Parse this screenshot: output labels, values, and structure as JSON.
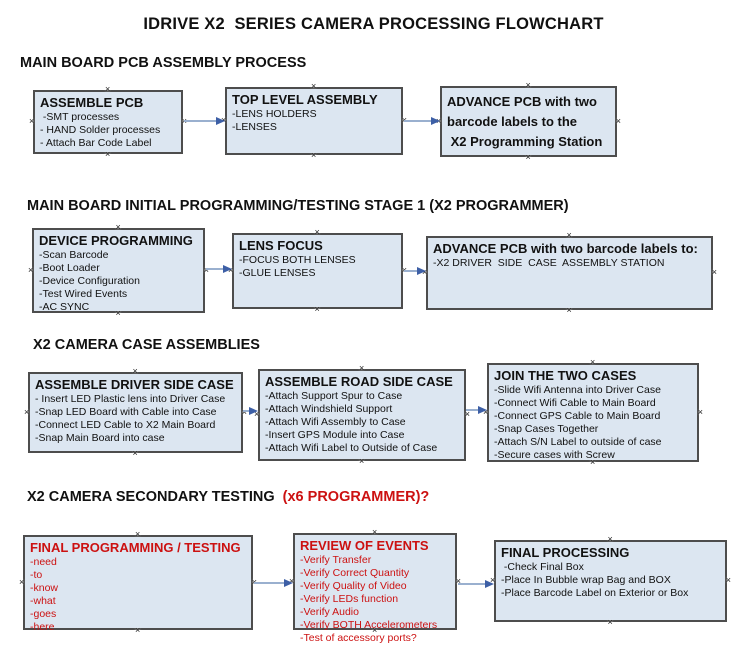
{
  "title": "IDRIVE X2  SERIES CAMERA PROCESSING FLOWCHART",
  "sections": [
    {
      "title": "MAIN BOARD PCB ASSEMBLY PROCESS"
    },
    {
      "title": "MAIN BOARD INITIAL PROGRAMMING/TESTING STAGE 1 (X2 PROGRAMMER)"
    },
    {
      "title": "X2 CAMERA CASE ASSEMBLIES"
    },
    {
      "title_black": "X2 CAMERA SECONDARY TESTING ",
      "title_red": " (x6 PROGRAMMER)?"
    }
  ],
  "boxes": {
    "b1": {
      "title": "ASSEMBLE PCB",
      "items": [
        " -SMT processes",
        "- HAND Solder processes",
        "- Attach Bar Code Label"
      ]
    },
    "b2": {
      "title": "TOP LEVEL ASSEMBLY",
      "items": [
        "-LENS HOLDERS",
        "-LENSES"
      ]
    },
    "b3": {
      "title": "ADVANCE PCB with two barcode labels to the\n X2 Programming Station",
      "items": []
    },
    "b4": {
      "title": "DEVICE PROGRAMMING",
      "items": [
        "-Scan Barcode",
        "-Boot Loader",
        "-Device Configuration",
        "-Test Wired Events",
        "-AC SYNC"
      ]
    },
    "b5": {
      "title": "LENS FOCUS",
      "items": [
        "-FOCUS BOTH LENSES",
        "-GLUE LENSES"
      ]
    },
    "b6": {
      "title": "ADVANCE PCB with two barcode labels to:",
      "items": [
        "-X2 DRIVER  SIDE  CASE  ASSEMBLY STATION"
      ]
    },
    "b7": {
      "title": "ASSEMBLE DRIVER SIDE CASE",
      "items": [
        "- Insert LED Plastic lens into Driver Case",
        "-Snap LED Board with Cable into Case",
        "-Connect LED Cable to X2 Main Board",
        "-Snap Main Board into case"
      ]
    },
    "b8": {
      "title": "ASSEMBLE ROAD SIDE CASE",
      "items": [
        "-Attach Support Spur to Case",
        "-Attach Windshield Support",
        "-Attach Wifi Assembly to Case",
        "-Insert GPS Module into Case",
        "-Attach Wifi Label to Outside of Case"
      ]
    },
    "b9": {
      "title": "JOIN THE TWO CASES",
      "items": [
        "-Slide Wifi Antenna into Driver Case",
        "-Connect Wifi Cable to Main Board",
        "-Connect GPS Cable to Main Board",
        "-Snap Cases Together",
        "-Attach S/N Label to outside of case",
        "-Secure cases with Screw"
      ]
    },
    "b10": {
      "title": "FINAL PROGRAMMING / TESTING",
      "items": [
        "-need",
        "-to",
        "-know",
        "-what",
        "-goes",
        "-here"
      ]
    },
    "b11": {
      "title": "REVIEW OF EVENTS",
      "items": [
        "-Verify Transfer",
        "-Verify Correct Quantity",
        "-Verify Quality of Video",
        "-Verify LEDs function",
        "-Verify Audio",
        "-Verify BOTH Accelerometers",
        "-Test of accessory ports?"
      ]
    },
    "b12": {
      "title": "FINAL PROCESSING",
      "items": [
        " -Check Final Box",
        "-Place In Bubble wrap Bag and BOX",
        "-Place Barcode Label on Exterior or Box"
      ]
    }
  },
  "glyphs": {
    "connection_point": "×"
  },
  "colors": {
    "accent_red": "#cc1111",
    "box_fill": "#dce6f1",
    "box_border": "#4d4d4d",
    "arrow_line": "#9ab0cf",
    "arrow_head": "#3d5fa6"
  }
}
